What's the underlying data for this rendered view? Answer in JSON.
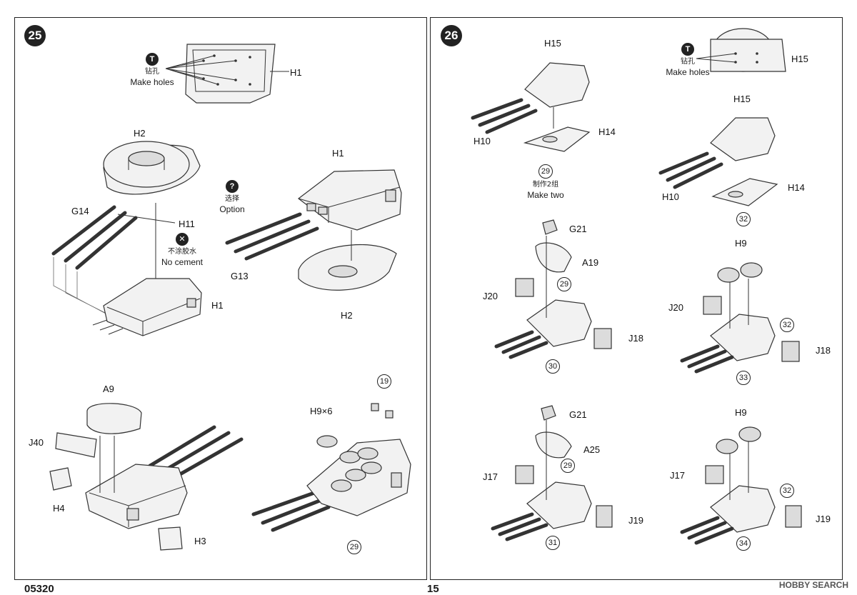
{
  "steps": {
    "left": {
      "number": "25"
    },
    "right": {
      "number": "26"
    }
  },
  "notes": {
    "make_holes_cn": "钻孔",
    "make_holes_en": "Make holes",
    "option_cn": "选择",
    "option_en": "Option",
    "no_cement_cn": "不涂胶水",
    "no_cement_en": "No cement",
    "make_two_cn": "制作2组",
    "make_two_en": "Make two"
  },
  "labels": {
    "H1": "H1",
    "H2": "H2",
    "H3": "H3",
    "H4": "H4",
    "H9": "H9",
    "H9x6": "H9×6",
    "H10": "H10",
    "H11": "H11",
    "H14": "H14",
    "H15": "H15",
    "G13": "G13",
    "G14": "G14",
    "G21": "G21",
    "A9": "A9",
    "A19": "A19",
    "A25": "A25",
    "J17": "J17",
    "J18": "J18",
    "J19": "J19",
    "J20": "J20",
    "J40": "J40"
  },
  "circled": {
    "c19": "19",
    "c29": "29",
    "c30": "30",
    "c31": "31",
    "c32": "32",
    "c33": "33",
    "c34": "34"
  },
  "footer": {
    "code": "05320",
    "page": "15",
    "watermark": "HOBBY SEARCH"
  }
}
